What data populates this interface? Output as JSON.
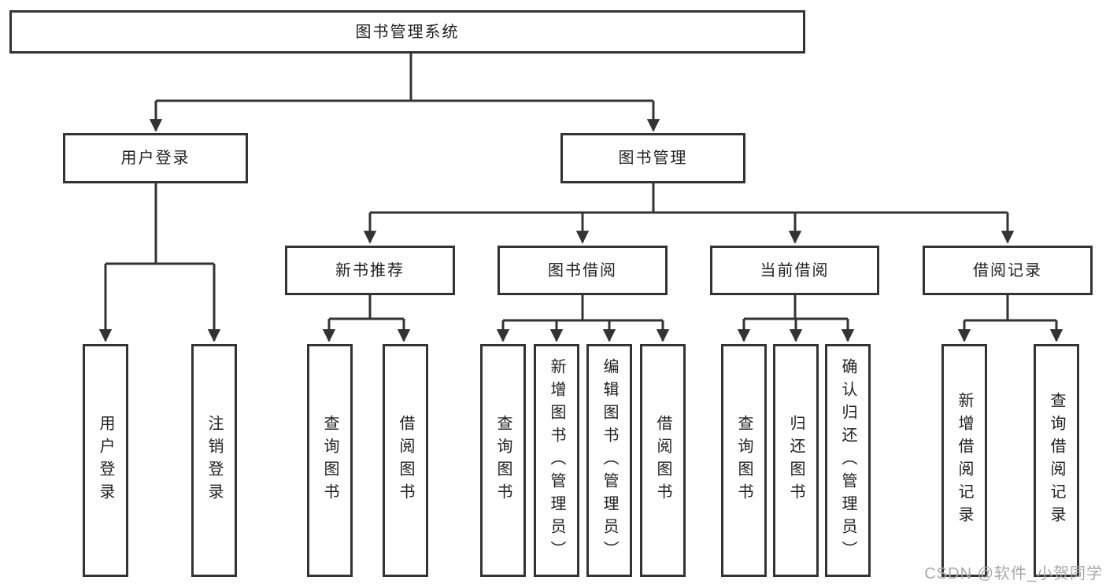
{
  "diagram": {
    "title": "图书管理系统",
    "colors": {
      "line": "#333333",
      "border": "#333333",
      "text": "#1f1f1f",
      "box_background": "#ffffff",
      "watermark": "#a9a9a9"
    },
    "nodes": {
      "root": "图书管理系统",
      "user_login": "用户登录",
      "book_mgmt": "图书管理",
      "login_user": "用户登录",
      "login_logout": "注销登录",
      "new_book_rec": "新书推荐",
      "book_borrow": "图书借阅",
      "current_borrow": "当前借阅",
      "borrow_record": "借阅记录",
      "rec_query_book": "查询图书",
      "rec_borrow_book": "借阅图书",
      "bb_query_book": "查询图书",
      "bb_add_book": "新增图书（管理员）",
      "bb_edit_book": "编辑图书（管理员）",
      "bb_borrow_book": "借阅图书",
      "cb_query_book": "查询图书",
      "cb_return_book": "归还图书",
      "cb_confirm_return": "确认归还（管理员）",
      "br_add_record": "新增借阅记录",
      "br_query_record": "查询借阅记录"
    },
    "watermark": "CSDN @软件_小贺同学"
  }
}
